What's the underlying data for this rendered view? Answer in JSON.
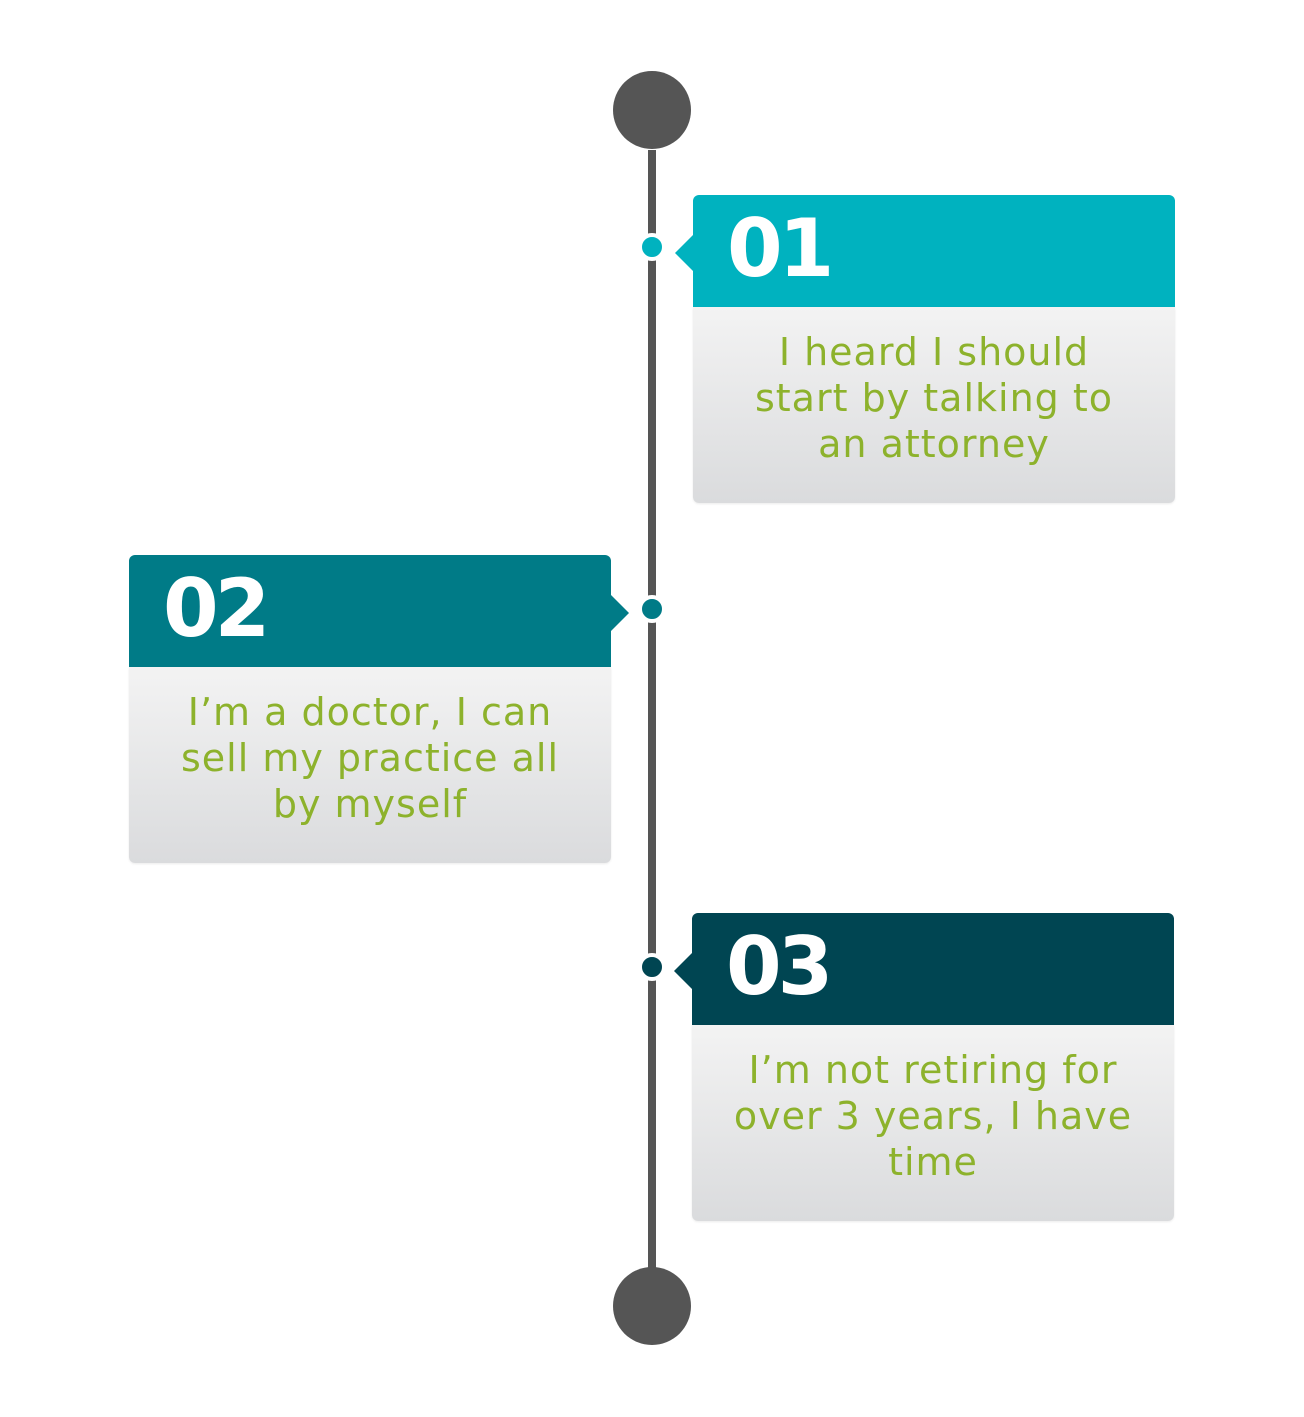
{
  "timeline": {
    "line_color": "#555555",
    "steps": [
      {
        "number": "01",
        "text": "I heard I should start by talking to an attorney",
        "color": "#00b2bf"
      },
      {
        "number": "02",
        "text": "I’m a doctor, I can sell my practice all by myself",
        "color": "#007b87"
      },
      {
        "number": "03",
        "text": "I’m not retiring for over 3 years, I have time",
        "color": "#004552"
      }
    ],
    "text_color": "#8db22c"
  }
}
